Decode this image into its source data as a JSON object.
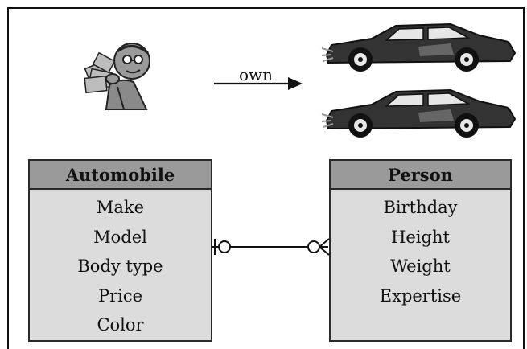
{
  "relationship": {
    "label": "own"
  },
  "entities": {
    "automobile": {
      "name": "Automobile",
      "attributes": [
        "Make",
        "Model",
        "Body type",
        "Price",
        "Color"
      ]
    },
    "person": {
      "name": "Person",
      "attributes": [
        "Birthday",
        "Height",
        "Weight",
        "Expertise"
      ]
    }
  },
  "icons": [
    "person-with-money-icon",
    "sports-car-icon",
    "sports-car-icon"
  ],
  "colors": {
    "header_fill": "#9a9a9a",
    "body_fill": "#dcdcdc",
    "line": "#111111"
  }
}
